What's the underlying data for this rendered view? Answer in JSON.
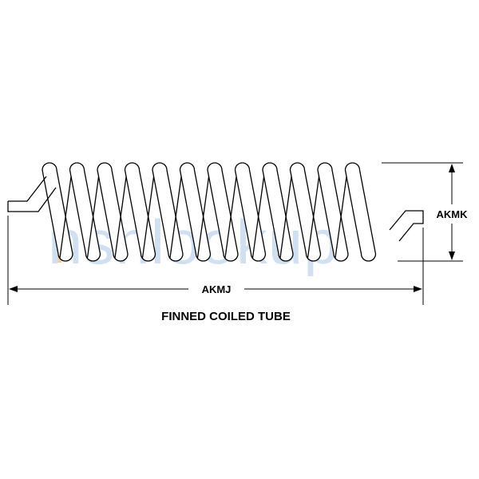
{
  "diagram": {
    "caption": "FINNED COILED TUBE",
    "dimensions": {
      "length_label": "AKMJ",
      "height_label": "AKMK"
    },
    "coil_turns": 12
  },
  "watermark": {
    "prefix": "n",
    "rest": "snlookup",
    "accent_color": "#f4a460",
    "text_color": "#aac8e6"
  },
  "colors": {
    "line": "#000000",
    "background": "#ffffff"
  }
}
